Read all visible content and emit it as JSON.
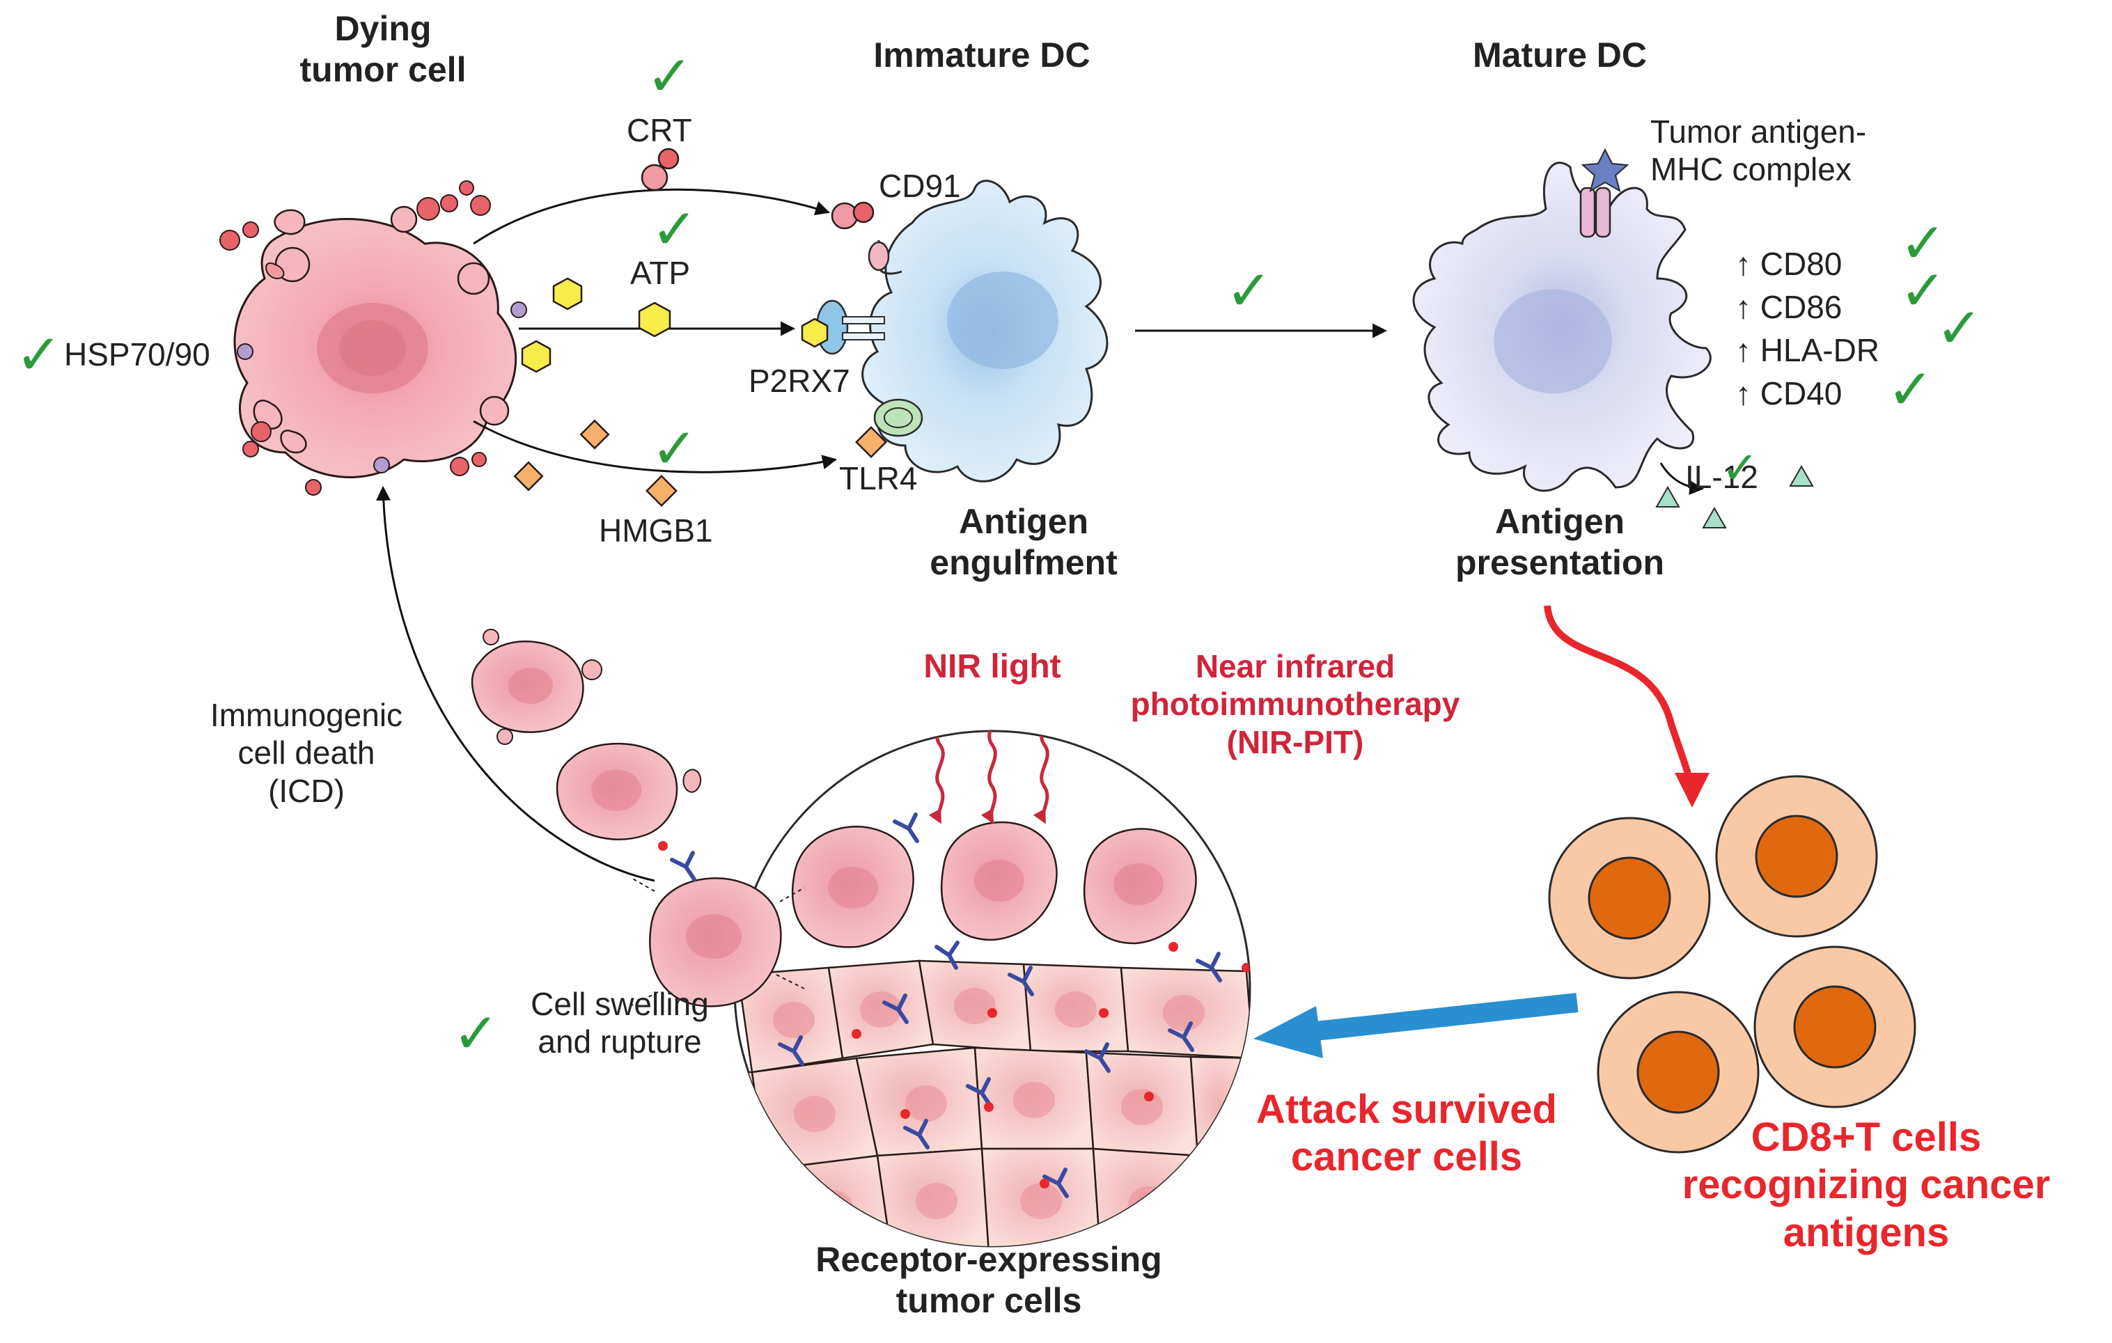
{
  "headers": {
    "dying_tumor_cell": "Dying\ntumor cell",
    "immature_dc": "Immature DC",
    "mature_dc": "Mature DC"
  },
  "molecules": {
    "crt": "CRT",
    "atp": "ATP",
    "hmgb1": "HMGB1",
    "hsp": "HSP70/90",
    "cd91": "CD91",
    "p2rx7": "P2RX7",
    "tlr4": "TLR4"
  },
  "immature_caption": "Antigen\nengulfment",
  "mature": {
    "complex": "Tumor antigen-\nMHC complex",
    "markers": [
      "CD80",
      "CD86",
      "HLA-DR",
      "CD40"
    ],
    "up_arrow": "↑",
    "il12": "IL-12",
    "caption": "Antigen\npresentation"
  },
  "icd": "Immunogenic\ncell death\n(ICD)",
  "nir": {
    "light": "NIR light",
    "therapy": "Near infrared\nphotoimmunotherapy\n(NIR-PIT)"
  },
  "swelling": "Cell swelling\nand rupture",
  "receptor_cells": "Receptor-expressing\ntumor cells",
  "attack": "Attack survived\ncancer cells",
  "cd8": "CD8+T cells\nrecognizing cancer\nantigens",
  "check_glyph": "✓",
  "colors": {
    "check": "#2a9a3a",
    "red_text": "#e8262c",
    "tumor_pink": "#f2a6ae",
    "dc_blue": "#cfe5f5",
    "mature_lavender": "#e4e2f2",
    "tcell_outer": "#f9c9a6",
    "tcell_nucleus": "#e0680f",
    "attack_arrow": "#2a8fd0"
  }
}
